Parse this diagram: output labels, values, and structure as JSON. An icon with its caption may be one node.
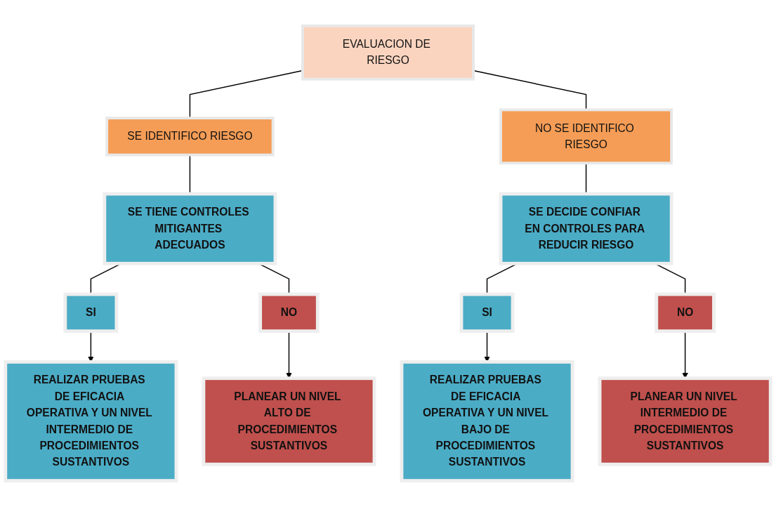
{
  "diagram": {
    "nodes": [
      {
        "text": [
          "EVALUACION DE RIESGO"
        ]
      },
      {
        "text": [
          "SE IDENTIFICO RIESGO"
        ]
      },
      {
        "text": [
          "NO SE IDENTIFICO RIESGO"
        ]
      },
      {
        "text": [
          "SE TIENE CONTROLES MITIGANTES ADECUADOS"
        ]
      },
      {
        "text": [
          "SE DECIDE CONFIAR EN CONTROLES PARA REDUCIR RIESGO"
        ]
      },
      {
        "text": [
          "SI"
        ]
      },
      {
        "text": [
          "NO"
        ]
      },
      {
        "text": [
          "SI"
        ]
      },
      {
        "text": [
          "NO"
        ]
      },
      {
        "text": [
          "REALIZAR PRUEBAS DE EFICACIA OPERATIVA Y UN NIVEL INTERMEDIO DE PROCEDIMIENTOS SUSTANTIVOS"
        ]
      },
      {
        "text": [
          "PLANEAR UN NIVEL ALTO DE PROCEDIMIENTOS SUSTANTIVOS"
        ]
      },
      {
        "text": [
          "REALIZAR PRUEBAS DE EFICACIA OPERATIVA Y UN NIVEL BAJO DE PROCEDIMIENTOS SUSTANTIVOS"
        ]
      },
      {
        "text": [
          "PLANEAR UN NIVEL INTERMEDIO DE PROCEDIMIENTOS SUSTANTIVOS"
        ]
      }
    ],
    "edges": [
      {
        "from": 0,
        "to": 1,
        "arrow": "none"
      },
      {
        "from": 0,
        "to": 2,
        "arrow": "none"
      },
      {
        "from": 1,
        "to": 3,
        "arrow": "none"
      },
      {
        "from": 2,
        "to": 4,
        "arrow": "none"
      },
      {
        "from": 3,
        "to": 5,
        "arrow": "none"
      },
      {
        "from": 3,
        "to": 6,
        "arrow": "none"
      },
      {
        "from": 4,
        "to": 7,
        "arrow": "none"
      },
      {
        "from": 4,
        "to": 8,
        "arrow": "none"
      },
      {
        "from": 5,
        "to": 9,
        "arrow": "to"
      },
      {
        "from": 6,
        "to": 10,
        "arrow": "to"
      },
      {
        "from": 7,
        "to": 11,
        "arrow": "to"
      },
      {
        "from": 8,
        "to": 12,
        "arrow": "to"
      }
    ]
  }
}
